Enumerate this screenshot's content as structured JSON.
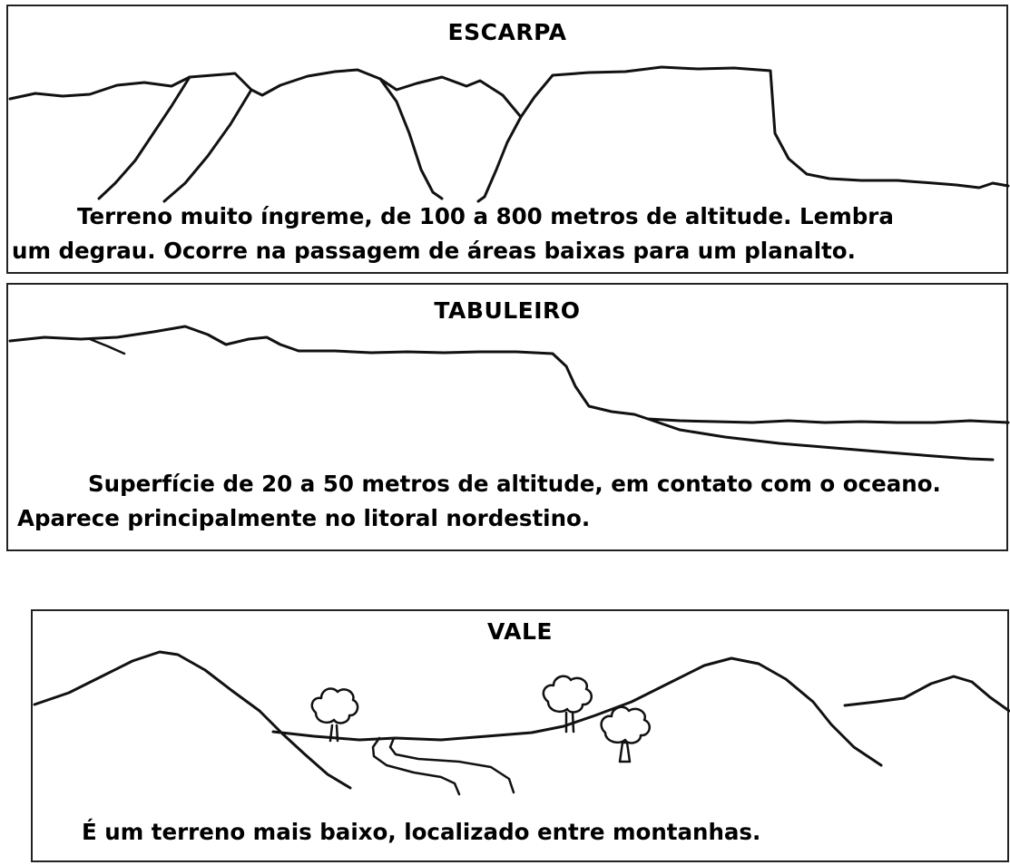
{
  "panels": {
    "escarpa": {
      "title": "ESCARPA",
      "text_line1": "Terreno muito íngreme, de 100 a 800 metros de altitude. Lembra",
      "text_line2": "um degrau. Ocorre na passagem de áreas baixas para um planalto."
    },
    "tabuleiro": {
      "title": "TABULEIRO",
      "text_line1": "Superfície de 20 a 50 metros de altitude, em contato com o oceano.",
      "text_line2": "Aparece principalmente no litoral nordestino."
    },
    "vale": {
      "title": "VALE",
      "text_line1": "É um terreno mais baixo, localizado entre montanhas."
    }
  },
  "colors": {
    "line": "#111111",
    "background": "#ffffff"
  }
}
